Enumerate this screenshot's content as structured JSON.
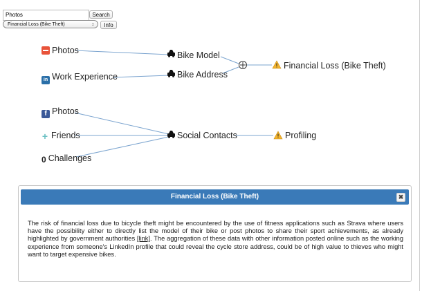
{
  "toolbar": {
    "search_value": "Photos",
    "search_label": "Search",
    "selected_scenario": "Financial Loss (Bike Theft)",
    "info_label": "Info",
    "select_arrows": "↕"
  },
  "graph": {
    "nodes": {
      "photos_top": "Photos",
      "work_experience": "Work Experience",
      "bike_model": "Bike Model",
      "bike_address": "Bike Address",
      "financial_loss": "Financial Loss (Bike Theft)",
      "photos_bottom": "Photos",
      "friends": "Friends",
      "challenges": "Challenges",
      "social_contacts": "Social Contacts",
      "profiling": "Profiling"
    },
    "icons": {
      "photos_top": "photos-icon",
      "work_experience": "linkedin-icon",
      "photos_bottom": "facebook-icon",
      "friends": "friends-plus-icon",
      "challenges": "strava-zero-icon",
      "attribute_nodes": "car-icon",
      "threat_nodes": "warning-icon",
      "combinator": "circle-plus-icon"
    },
    "colors": {
      "edge": "#7ba4cf",
      "warning": "#f3b42e"
    }
  },
  "panel": {
    "title": "Financial Loss (Bike Theft)",
    "close_glyph": "✖",
    "body_before_link": "The risk of financial loss due to bicycle theft might be encountered by the use of fitness applications such as Strava where users have the possibility either to directly list the model of their bike or post photos to share their sport achievements, as already highlighted by government authorities ",
    "link_text": "[link]",
    "body_after_link": ". The aggregation of these data with other information posted online such as the working experience from someone's LinkedIn profile that could reveal the cycle store address, could be of high value to thieves who might want to target expensive bikes.",
    "header_color": "#3a7ab8"
  }
}
